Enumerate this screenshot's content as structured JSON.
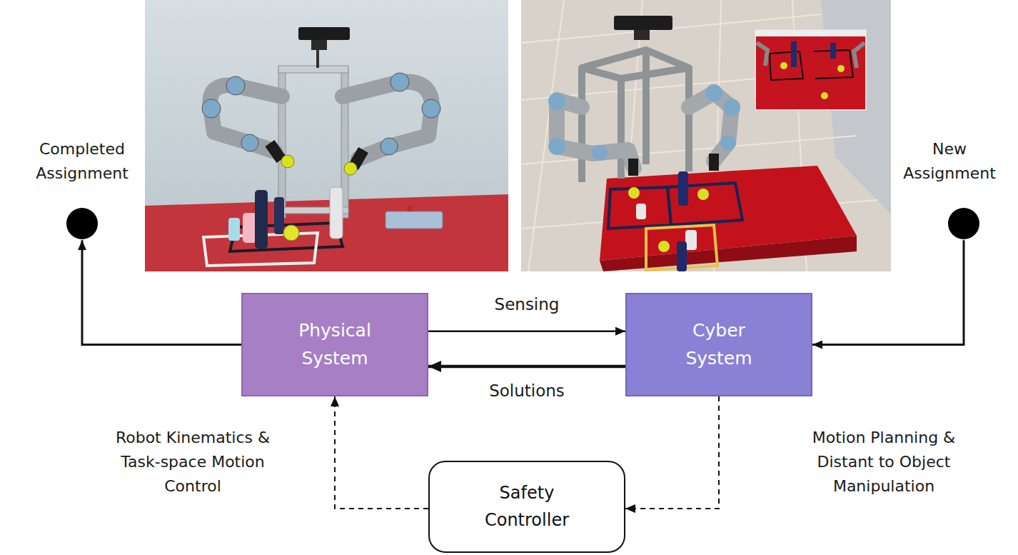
{
  "diagram": {
    "nodes": [
      {
        "text": [
          "Completed Assignment"
        ]
      },
      {
        "text": [
          "New Assignment"
        ]
      },
      {
        "text": [
          "Physical System"
        ]
      },
      {
        "text": [
          "Cyber System"
        ]
      },
      {
        "text": [
          "Safety Controller"
        ]
      }
    ],
    "edges": [
      {
        "from": 2,
        "to": 0,
        "arrow": "to"
      },
      {
        "from": 1,
        "to": 3,
        "arrow": "to"
      },
      {
        "from": 2,
        "to": 3,
        "arrow": "to",
        "label": "Sensing"
      },
      {
        "from": 3,
        "to": 2,
        "arrow": "to",
        "label": "Solutions"
      },
      {
        "from": 3,
        "to": 4,
        "arrow": "to"
      },
      {
        "from": 4,
        "to": 2,
        "arrow": "to"
      }
    ],
    "labels": [
      "Robot Kinematics & Task-space Motion Control",
      "Motion Planning & Distant to Object Manipulation"
    ]
  }
}
